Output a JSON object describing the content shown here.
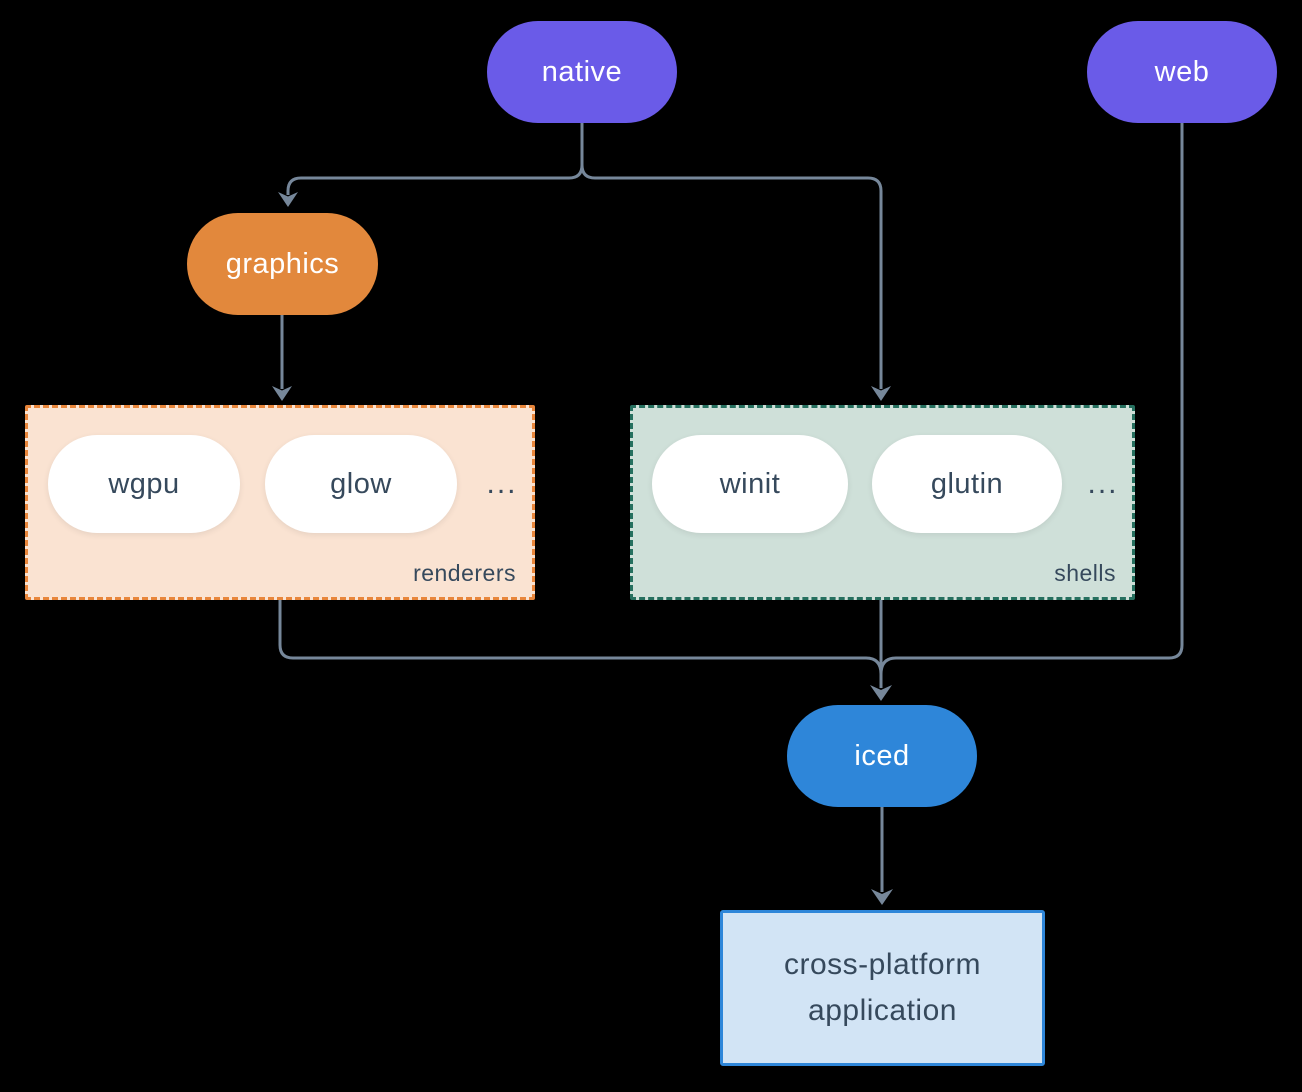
{
  "colors": {
    "background": "#000000",
    "platform": "#6A5BE8",
    "graphics": "#E2883C",
    "iced": "#2E86D9",
    "line": "#76879A",
    "node-text": "#FFFFFF",
    "dark-text": "#36495C",
    "white-pill": "#FFFFFF",
    "renderers-bg": "#FAE3D2",
    "renderers-border": "#E8863B",
    "shells-bg": "#CFE0D9",
    "shells-border": "#26705F",
    "app-bg": "#D2E4F5",
    "app-border": "#2E86D9"
  },
  "nodes": {
    "native": {
      "label": "native"
    },
    "web": {
      "label": "web"
    },
    "graphics": {
      "label": "graphics"
    },
    "iced": {
      "label": "iced"
    },
    "application": {
      "label": "cross-platform application"
    }
  },
  "groups": {
    "renderers": {
      "label": "renderers",
      "ellipsis": "...",
      "items": [
        {
          "label": "wgpu"
        },
        {
          "label": "glow"
        }
      ]
    },
    "shells": {
      "label": "shells",
      "ellipsis": "...",
      "items": [
        {
          "label": "winit"
        },
        {
          "label": "glutin"
        }
      ]
    }
  },
  "edges": [
    {
      "from": "native",
      "to": "graphics"
    },
    {
      "from": "native",
      "to": "shells"
    },
    {
      "from": "graphics",
      "to": "renderers"
    },
    {
      "from": "renderers",
      "to": "iced"
    },
    {
      "from": "shells",
      "to": "iced"
    },
    {
      "from": "web",
      "to": "iced"
    },
    {
      "from": "iced",
      "to": "application"
    }
  ]
}
